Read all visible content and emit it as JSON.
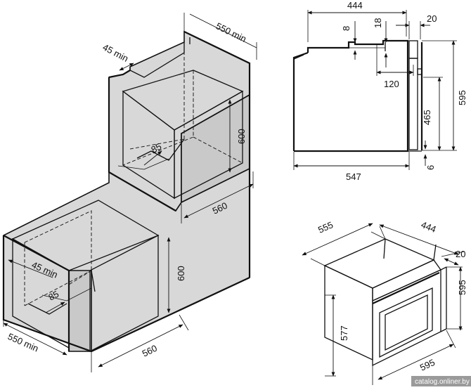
{
  "colors": {
    "cabinet_fill": "#d8d8d8",
    "cabinet_front": "#c9c9c9",
    "line": "#111111",
    "background": "#ffffff"
  },
  "tall_cabinet": {
    "depth_label": "550 min",
    "gap_label": "45 min",
    "niche_height_label": "600",
    "niche_width_label": "560",
    "cutout_label": "85"
  },
  "base_cabinet": {
    "gap_label": "45 min",
    "cutout_label": "85",
    "depth_label": "550 min",
    "niche_height_label": "600",
    "niche_width_label": "560"
  },
  "side_view": {
    "depth_label": "444",
    "offset_8_label": "8",
    "offset_18_label": "18",
    "front_label": "20",
    "handle_label": "120",
    "total_height_label": "595",
    "inner_height_label": "465",
    "bottom_label": "6",
    "total_depth_label": "547"
  },
  "perspective_view": {
    "depth_label": "555",
    "top_depth_label": "444",
    "front_label": "20",
    "height_label": "595",
    "body_height_label": "577",
    "width_label": "595"
  },
  "watermark": "catalog.onliner.by"
}
